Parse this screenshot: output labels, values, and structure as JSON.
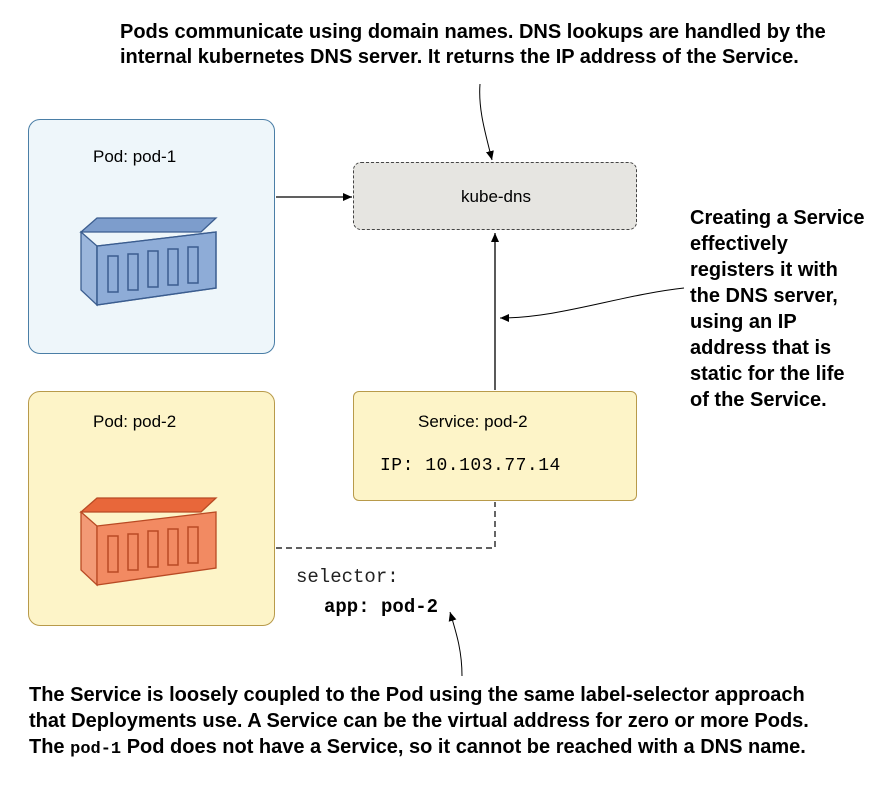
{
  "top_note": {
    "line1": "Pods communicate using domain names. DNS lookups are handled by the",
    "line2": "internal kubernetes DNS server. It returns the IP address of the Service."
  },
  "pod1": {
    "label": "Pod: pod-1",
    "icon": "container-icon",
    "color": "#eef6fa"
  },
  "pod2": {
    "label": "Pod: pod-2",
    "icon": "container-icon",
    "color": "#fdf4c8"
  },
  "kube_dns": {
    "label": "kube-dns",
    "color": "#e6e5e1"
  },
  "service": {
    "label": "Service: pod-2",
    "ip": "IP: 10.103.77.14",
    "color": "#fdf4c8"
  },
  "selector": {
    "line1": "selector:",
    "line2": "app: pod-2"
  },
  "right_note": {
    "lines": [
      "Creating a Service",
      "effectively",
      "registers it with",
      "the DNS server,",
      "using an IP",
      "address that is",
      "static for the life",
      "of the Service."
    ]
  },
  "bottom_note": {
    "line1": "The Service is loosely coupled to the Pod using the same label-selector approach",
    "line2": "that Deployments use. A Service can be the virtual address for zero or more Pods.",
    "line3_a": "The ",
    "line3_code": "pod-1",
    "line3_b": " Pod does not have a Service, so it cannot be reached with a DNS name."
  }
}
